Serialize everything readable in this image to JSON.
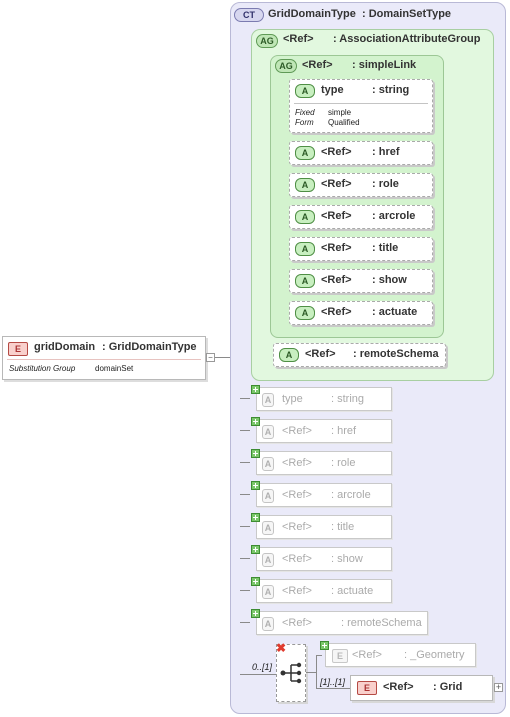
{
  "root": {
    "badge": "E",
    "name": "gridDomain",
    "type": ": GridDomainType",
    "subst_label": "Substitution Group",
    "subst_value": "domainSet",
    "expand_glyph": "−"
  },
  "complex_type": {
    "badge": "CT",
    "name": "GridDomainType",
    "base": ": DomainSetType"
  },
  "attr_group": {
    "badge": "AG",
    "ref": "<Ref>",
    "name": ": AssociationAttributeGroup"
  },
  "simple_link": {
    "badge": "AG",
    "ref": "<Ref>",
    "name": ": simpleLink"
  },
  "type_attr": {
    "badge": "A",
    "name": "type",
    "type": ": string",
    "fixed_label": "Fixed",
    "fixed_value": "simple",
    "form_label": "Form",
    "form_value": "Qualified"
  },
  "link_attrs": [
    {
      "badge": "A",
      "ref": "<Ref>",
      "name": ": href"
    },
    {
      "badge": "A",
      "ref": "<Ref>",
      "name": ": role"
    },
    {
      "badge": "A",
      "ref": "<Ref>",
      "name": ": arcrole"
    },
    {
      "badge": "A",
      "ref": "<Ref>",
      "name": ": title"
    },
    {
      "badge": "A",
      "ref": "<Ref>",
      "name": ": show"
    },
    {
      "badge": "A",
      "ref": "<Ref>",
      "name": ": actuate"
    }
  ],
  "remote_schema": {
    "badge": "A",
    "ref": "<Ref>",
    "name": ": remoteSchema"
  },
  "inherited_attrs": [
    {
      "badge": "A",
      "ref": "type",
      "name": ": string"
    },
    {
      "badge": "A",
      "ref": "<Ref>",
      "name": ": href"
    },
    {
      "badge": "A",
      "ref": "<Ref>",
      "name": ": role"
    },
    {
      "badge": "A",
      "ref": "<Ref>",
      "name": ": arcrole"
    },
    {
      "badge": "A",
      "ref": "<Ref>",
      "name": ": title"
    },
    {
      "badge": "A",
      "ref": "<Ref>",
      "name": ": show"
    },
    {
      "badge": "A",
      "ref": "<Ref>",
      "name": ": actuate"
    },
    {
      "badge": "A",
      "ref": "<Ref>",
      "name": ": remoteSchema"
    }
  ],
  "choice": {
    "cardinality": "0..[1]"
  },
  "geometry": {
    "badge": "E",
    "ref": "<Ref>",
    "name": ": _Geometry"
  },
  "grid": {
    "badge": "E",
    "ref": "<Ref>",
    "name": ": Grid",
    "cardinality": "[1]..[1]",
    "expand_glyph": "+"
  },
  "colors": {
    "complex_type_bg": "#eaeaf9",
    "attr_group_bg": "#e2f8df",
    "element_badge": "#f9d0cc",
    "attribute_badge": "#c8efc0",
    "remove_icon": "#e03b2e"
  }
}
